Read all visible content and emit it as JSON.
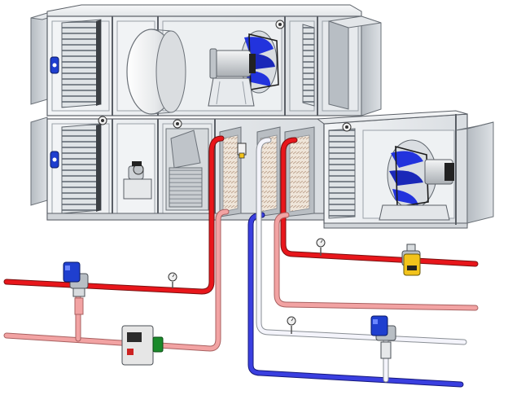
{
  "diagram": {
    "subject": "air-handling-unit-with-hydronic-piping",
    "colors": {
      "background": "#ffffff",
      "casing": "#e9ecef",
      "casing_shade": "#cfd4d9",
      "casing_dark": "#9aa1a8",
      "outline": "#5a5f66",
      "louver": "#7d848c",
      "duct": "#c9ced3",
      "duct_dark": "#a7adb3",
      "filter": "#c7cbcf",
      "fan_blade": "#2233dd",
      "fan_dark": "#111111",
      "motor": "#d5d8dc",
      "coil_fin": "#e8ddd2",
      "coil_frame": "#8a8f95",
      "pipe_hot_supply": "#e8161b",
      "pipe_hot_return": "#f2a3a3",
      "pipe_cold_supply": "#3a3fe0",
      "pipe_cold_return": "#f4f4fb",
      "pipe_outline": "#7a1010",
      "valve_actuator": "#1f3fcf",
      "valve_body_yellow": "#f2c31b",
      "gauge": "#f0f0f0",
      "controller": "#e6e6e6",
      "controller_screen": "#2b2b2b",
      "controller_accent": "#cc2222"
    },
    "components": {
      "upper_deck": [
        "inlet-damper-duct",
        "filter-louver",
        "plenum",
        "rotary-heat-exchanger",
        "supply-fan-plug",
        "outlet-louver",
        "discharge-duct"
      ],
      "lower_deck": [
        "inlet-damper-duct",
        "filter-louver",
        "humidifier-pump",
        "bag-filter",
        "heating-coil",
        "cooling-coil",
        "reheat-coil",
        "fan-section",
        "discharge-duct"
      ],
      "piping": [
        "hot-water-supply",
        "hot-water-return",
        "chilled-water-supply",
        "chilled-water-return",
        "reheat-supply",
        "reheat-return"
      ],
      "valves": [
        "motorized-valve-hot",
        "motorized-valve-chilled",
        "motorized-valve-reheat"
      ],
      "instruments": [
        "pressure-gauge-1",
        "pressure-gauge-2",
        "pressure-gauge-3"
      ],
      "controller": "wall-controller"
    }
  }
}
